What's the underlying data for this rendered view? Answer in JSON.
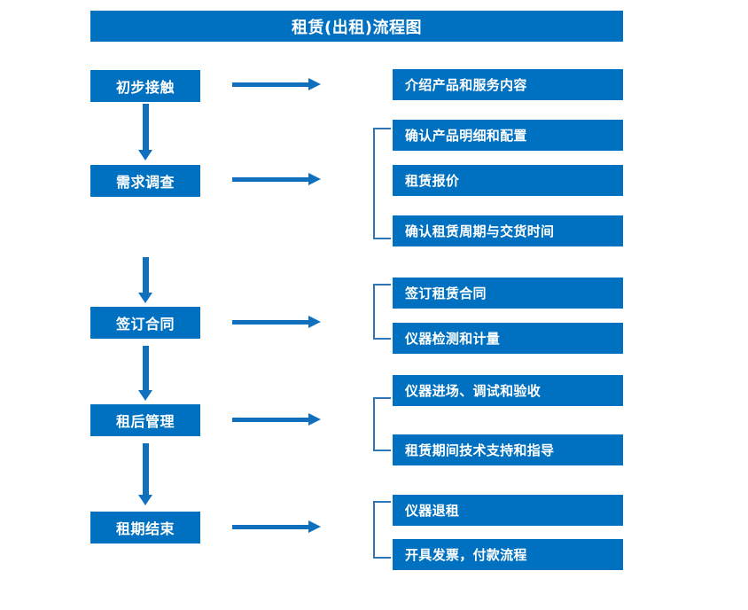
{
  "diagram": {
    "title": "租赁(出租)流程图",
    "colors": {
      "primary": "#0070C0",
      "arrow": "#1070BE",
      "bracket": "#2E75B6",
      "text": "#FFFFFF",
      "background": "#FFFFFF"
    },
    "stages": [
      {
        "id": "stage-1",
        "label": "初步接触",
        "tasks": [
          "介绍产品和服务内容"
        ],
        "grouped": false
      },
      {
        "id": "stage-2",
        "label": "需求调查",
        "tasks": [
          "确认产品明细和配置",
          "租赁报价",
          "确认租赁周期与交货时间"
        ],
        "grouped": true
      },
      {
        "id": "stage-3",
        "label": "签订合同",
        "tasks": [
          "签订租赁合同",
          "仪器检测和计量"
        ],
        "grouped": true
      },
      {
        "id": "stage-4",
        "label": "租后管理",
        "tasks": [
          "仪器进场、调试和验收",
          "租赁期间技术支持和指导"
        ],
        "grouped": true
      },
      {
        "id": "stage-5",
        "label": "租期结束",
        "tasks": [
          "仪器退租",
          "开具发票，付款流程"
        ],
        "grouped": true
      }
    ]
  }
}
